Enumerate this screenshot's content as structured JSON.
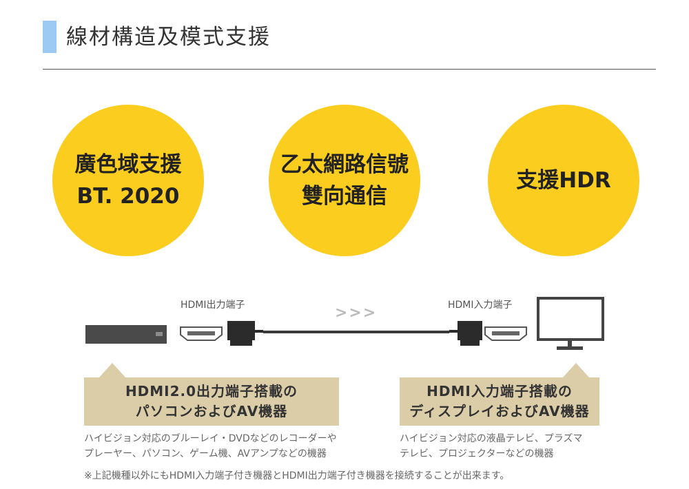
{
  "header": {
    "title": "線材構造及模式支援",
    "accent_color": "#9ccaf2"
  },
  "features": [
    {
      "lines": [
        "廣色域支援",
        "BT. 2020"
      ]
    },
    {
      "lines": [
        "乙太網路信號",
        "雙向通信"
      ]
    },
    {
      "lines": [
        "支援HDR"
      ]
    }
  ],
  "feature_color": "#fbcd1f",
  "diagram": {
    "output_port_label": "HDMI出力端子",
    "input_port_label": "HDMI入力端子",
    "direction_arrows": ">>>",
    "source_device_icon": "player-device-icon",
    "display_device_icon": "monitor-icon"
  },
  "panels": [
    {
      "lines": [
        "HDMI2.0出力端子搭載の",
        "パソコンおよびAV機器"
      ],
      "description": [
        "ハイビジョン対応のブルーレイ・DVDなどのレコーダーや",
        "プレーヤー、パソコン、ゲーム機、AVアンプなどの機器"
      ]
    },
    {
      "lines": [
        "HDMI入力端子搭載の",
        "ディスプレイおよびAV機器"
      ],
      "description": [
        "ハイビジョン対応の液晶テレビ、プラズマ",
        "テレビ、プロジェクターなどの機器"
      ]
    }
  ],
  "panel_color": "#dccda9",
  "footnote": "※上記機種以外にもHDMI入力端子付き機器とHDMI出力端子付き機器を接続することが出来ます。"
}
